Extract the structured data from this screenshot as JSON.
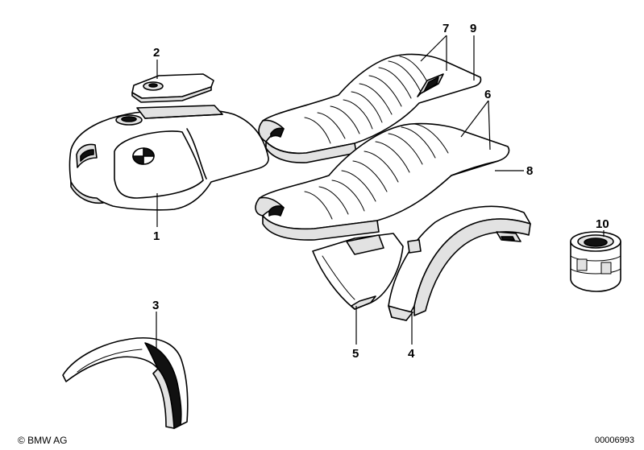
{
  "diagram": {
    "callouts": [
      {
        "id": "1",
        "label": "1"
      },
      {
        "id": "2",
        "label": "2"
      },
      {
        "id": "3",
        "label": "3"
      },
      {
        "id": "4",
        "label": "4"
      },
      {
        "id": "5",
        "label": "5"
      },
      {
        "id": "6",
        "label": "6"
      },
      {
        "id": "7",
        "label": "7"
      },
      {
        "id": "8",
        "label": "8"
      },
      {
        "id": "9",
        "label": "9"
      },
      {
        "id": "10",
        "label": "10"
      }
    ]
  },
  "footer": {
    "copyright": "© BMW AG",
    "doc_number": "00006993"
  }
}
